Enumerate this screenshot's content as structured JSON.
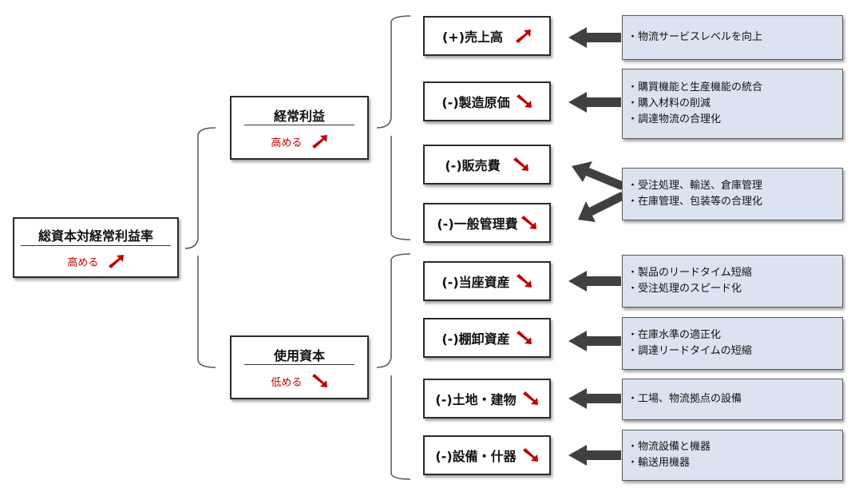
{
  "root": {
    "title": "総資本対経常利益率",
    "sub": "高める",
    "sub_icon": "up-arrow-icon"
  },
  "mid": [
    {
      "title": "経常利益",
      "sub": "高める",
      "sub_icon": "up-arrow-icon"
    },
    {
      "title": "使用資本",
      "sub": "低める",
      "sub_icon": "down-arrow-icon"
    }
  ],
  "leaves": [
    {
      "label": "(+)売上高",
      "icon": "up-arrow-icon"
    },
    {
      "label": "(-)製造原価",
      "icon": "down-arrow-icon"
    },
    {
      "label": "(-)販売費",
      "icon": "down-arrow-icon"
    },
    {
      "label": "(-)一般管理費",
      "icon": "down-arrow-icon"
    },
    {
      "label": "(-)当座資産",
      "icon": "down-arrow-icon"
    },
    {
      "label": "(-)棚卸資産",
      "icon": "down-arrow-icon"
    },
    {
      "label": "(-)土地・建物",
      "icon": "down-arrow-icon"
    },
    {
      "label": "(-)設備・什器",
      "icon": "down-arrow-icon"
    }
  ],
  "notes": [
    {
      "lines": [
        "・物流サービスレベルを向上"
      ]
    },
    {
      "lines": [
        "・購買機能と生産機能の統合",
        "・購入材料の削減",
        "・調達物流の合理化"
      ]
    },
    {
      "lines": [
        "・受注処理、輸送、倉庫管理",
        "・在庫管理、包装等の合理化"
      ]
    },
    {
      "lines": [
        "・製品のリードタイム短縮",
        "・受注処理のスピード化"
      ]
    },
    {
      "lines": [
        "・在庫水準の適正化",
        "・調達リードタイムの短縮"
      ]
    },
    {
      "lines": [
        "・工場、物流拠点の設備"
      ]
    },
    {
      "lines": [
        "・物流設備と機器",
        "・輸送用機器"
      ]
    }
  ],
  "colors": {
    "accent": "#c00000",
    "note_fill": "#dbe3f1",
    "arrow": "#404040"
  }
}
